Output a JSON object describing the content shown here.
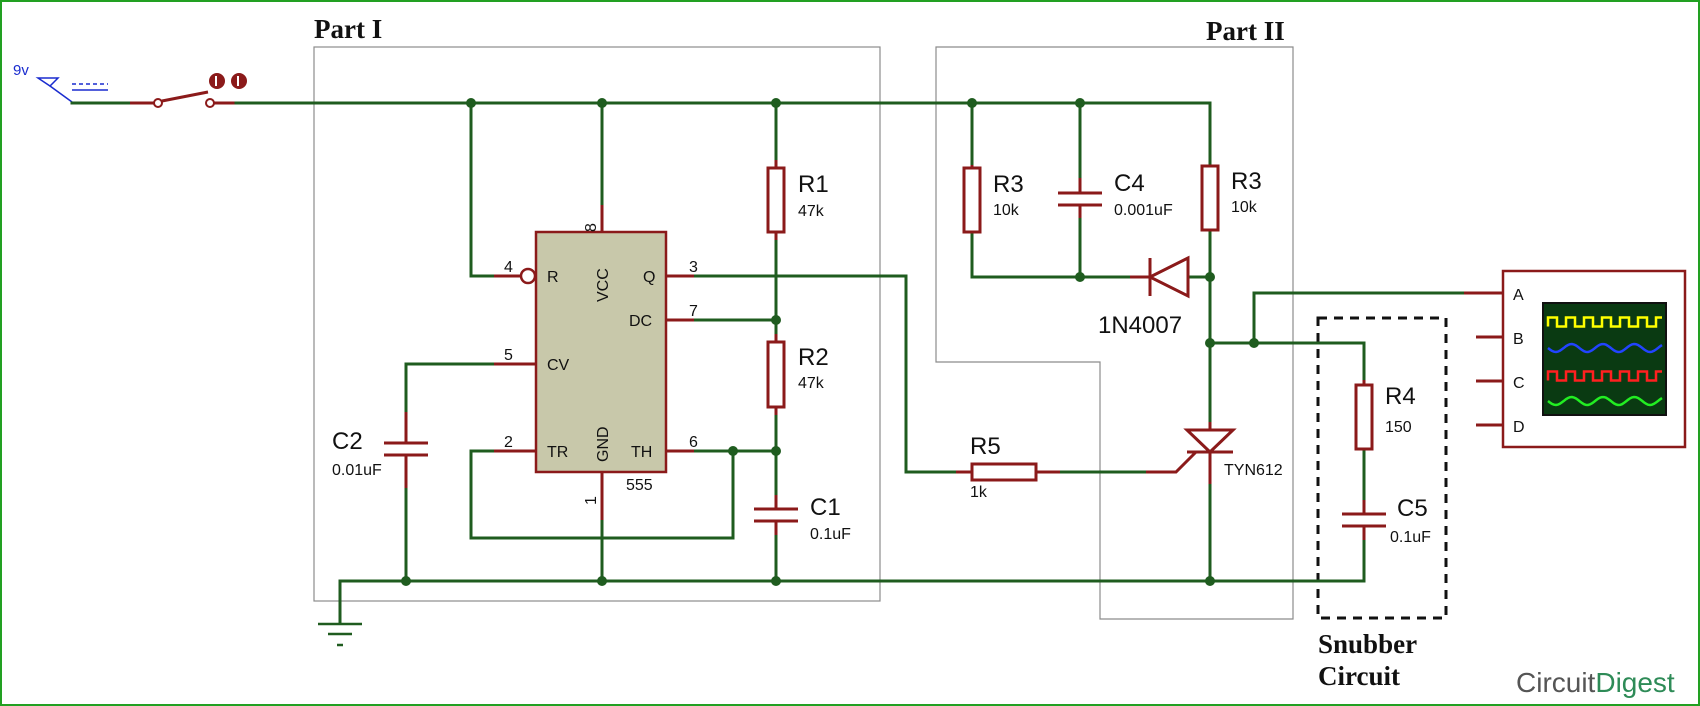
{
  "headings": {
    "part1": "Part I",
    "part2": "Part II",
    "snubber_line1": "Snubber",
    "snubber_line2": "Circuit"
  },
  "supply": {
    "label": "9v"
  },
  "ic": {
    "name": "555",
    "pins": {
      "r": "R",
      "vcc": "VCC",
      "q": "Q",
      "dc": "DC",
      "cv": "CV",
      "tr": "TR",
      "gnd": "GND",
      "th": "TH"
    },
    "pin_numbers": {
      "r": "4",
      "vcc": "8",
      "q": "3",
      "dc": "7",
      "cv": "5",
      "tr": "2",
      "gnd": "1",
      "th": "6"
    }
  },
  "components": {
    "r1": {
      "name": "R1",
      "value": "47k"
    },
    "r2": {
      "name": "R2",
      "value": "47k"
    },
    "c1": {
      "name": "C1",
      "value": "0.1uF"
    },
    "c2": {
      "name": "C2",
      "value": "0.01uF"
    },
    "r3a": {
      "name": "R3",
      "value": "10k"
    },
    "c4": {
      "name": "C4",
      "value": "0.001uF"
    },
    "r3b": {
      "name": "R3",
      "value": "10k"
    },
    "diode": {
      "name": "1N4007"
    },
    "r5": {
      "name": "R5",
      "value": "1k"
    },
    "scr": {
      "name": "TYN612"
    },
    "r4": {
      "name": "R4",
      "value": "150"
    },
    "c5": {
      "name": "C5",
      "value": "0.1uF"
    }
  },
  "oscilloscope": {
    "channels": [
      "A",
      "B",
      "C",
      "D"
    ],
    "trace_colors": [
      "#ffff00",
      "#2244ff",
      "#ff2020",
      "#22ee22"
    ]
  },
  "watermark": {
    "brand_part1": "Circuit",
    "brand_part2": "Digest"
  },
  "colors": {
    "wire": "#1f5c1f",
    "component": "#8b1a1a",
    "ic_fill": "#c8c8aa",
    "frame": "#22a022"
  }
}
